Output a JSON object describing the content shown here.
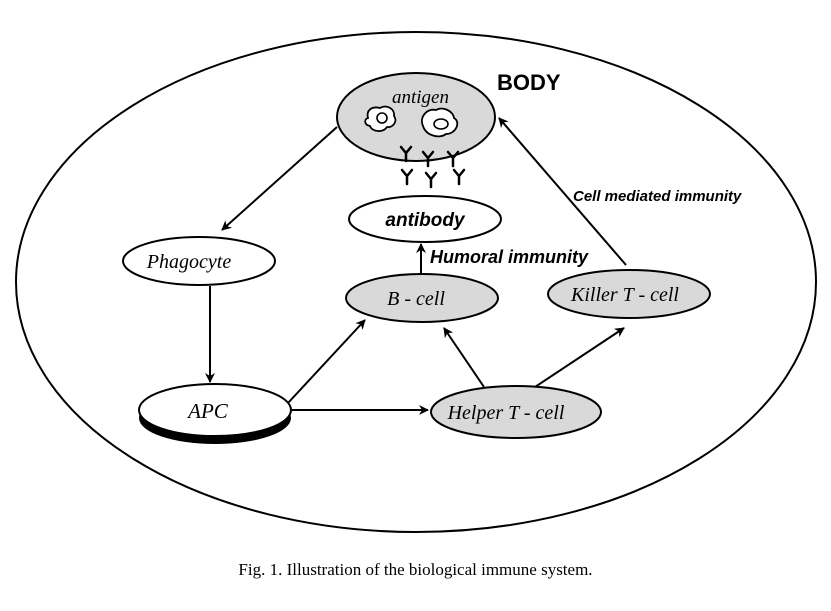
{
  "container": {
    "label": "BODY"
  },
  "nodes": {
    "antigen": {
      "label": "antigen"
    },
    "antibody": {
      "label": "antibody"
    },
    "phagocyte": {
      "label": "Phagocyte"
    },
    "bcell": {
      "label": "B - cell"
    },
    "killer_tcell": {
      "label": "Killer T - cell"
    },
    "apc": {
      "label": "APC"
    },
    "helper_tcell": {
      "label": "Helper T - cell"
    }
  },
  "edge_labels": {
    "humoral": "Humoral immunity",
    "cell_mediated": "Cell mediated immunity"
  },
  "caption": "Fig. 1.  Illustration of the biological immune system.",
  "colors": {
    "shaded_node": "#d9d9d9",
    "line": "#000000",
    "background": "#ffffff"
  }
}
